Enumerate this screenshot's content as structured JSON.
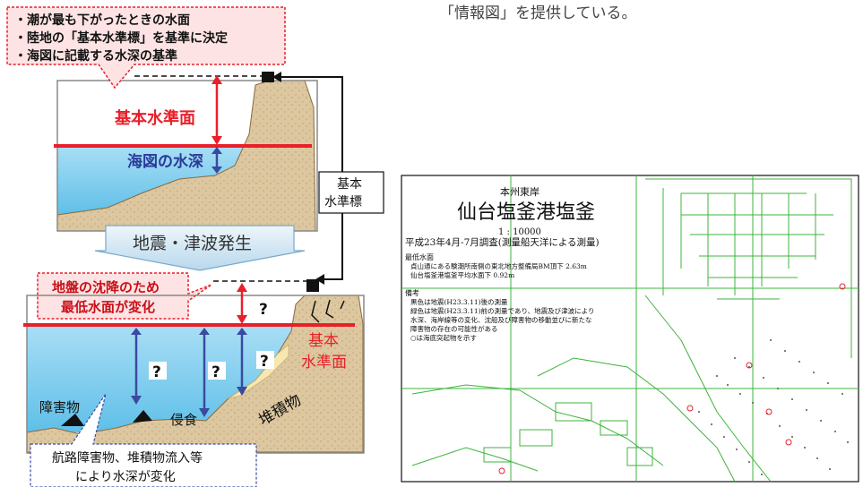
{
  "top_caption": "「情報図」を提供している。",
  "top_callout": {
    "lines": [
      "・潮が最も下がったときの水面",
      "・陸地の「基本水準標」を基準に決定",
      "・海図に記載する水深の基準"
    ]
  },
  "upper_diagram": {
    "datum_label": "基本水準面",
    "depth_label": "海図の水深"
  },
  "benchmark_label": [
    "基本",
    "水準標"
  ],
  "arrow_label": "地震・津波発生",
  "subsidence_callout": {
    "lines": [
      "地盤の沈降のため",
      "最低水面が変化"
    ]
  },
  "lower_diagram": {
    "datum_label": [
      "基本",
      "水準面"
    ],
    "question_mark": "?",
    "obstacle_label": "障害物",
    "erosion_label": "侵食",
    "sediment_label": "堆積物"
  },
  "bottom_callout": {
    "lines": [
      "航路障害物、堆積物流入等",
      "により水深が変化"
    ]
  },
  "map": {
    "region": "本州東岸",
    "title": "仙台塩釜港塩釜",
    "scale": "1 : 10000",
    "survey": "平成23年4月-7月調査(測量船天洋による測量)",
    "datum_heading": "最低水面",
    "datum_lines": [
      "貞山通にある験潮所南側の東北地方整備局BM頂下 2.63m",
      "仙台塩釜港塩釜平均水面下 0.92m"
    ],
    "notes_heading": "備考",
    "notes_lines": [
      "黒色は地震(H23.3.11)後の測量",
      "緑色は地震(H23.3.11)前の測量であり、地震及び津波により",
      "水深、海岸線等の変化、沈船及び障害物の移動並びに新たな",
      "障害物の存在の可能性がある",
      "○は海底突起物を示す"
    ]
  },
  "colors": {
    "datum_red": "#e8202a",
    "water_blue": "#8fd3f0",
    "arrow_blue": "#3a4aa0",
    "land_tan": "#dcc7a0",
    "callout_pink": "#fde3e3",
    "callout_border": "#e8202a",
    "map_green": "#3cb43c"
  }
}
